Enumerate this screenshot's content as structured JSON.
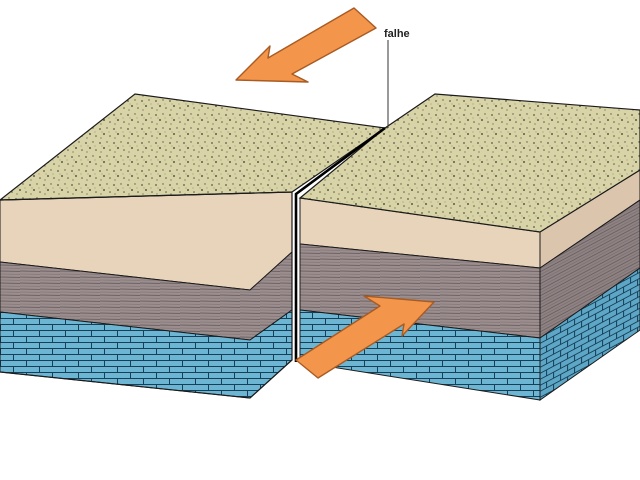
{
  "diagram": {
    "fault_label": "falhe",
    "colors": {
      "sand_top": "#d8d4a8",
      "sand_speckle": "#5a5a44",
      "beige_layer": "#e8d3bb",
      "gray_layer": "#9c8e8f",
      "gray_lines": "#5e5456",
      "brick_layer": "#6cb6d4",
      "brick_lines": "#173f57",
      "arrow": "#f4954c",
      "arrow_stroke": "#a85b22",
      "outline": "#1b1b1b"
    },
    "arrows": [
      {
        "name": "arrow-left-block",
        "direction": "toward-lower-left"
      },
      {
        "name": "arrow-right-block",
        "direction": "toward-upper-right"
      }
    ]
  }
}
